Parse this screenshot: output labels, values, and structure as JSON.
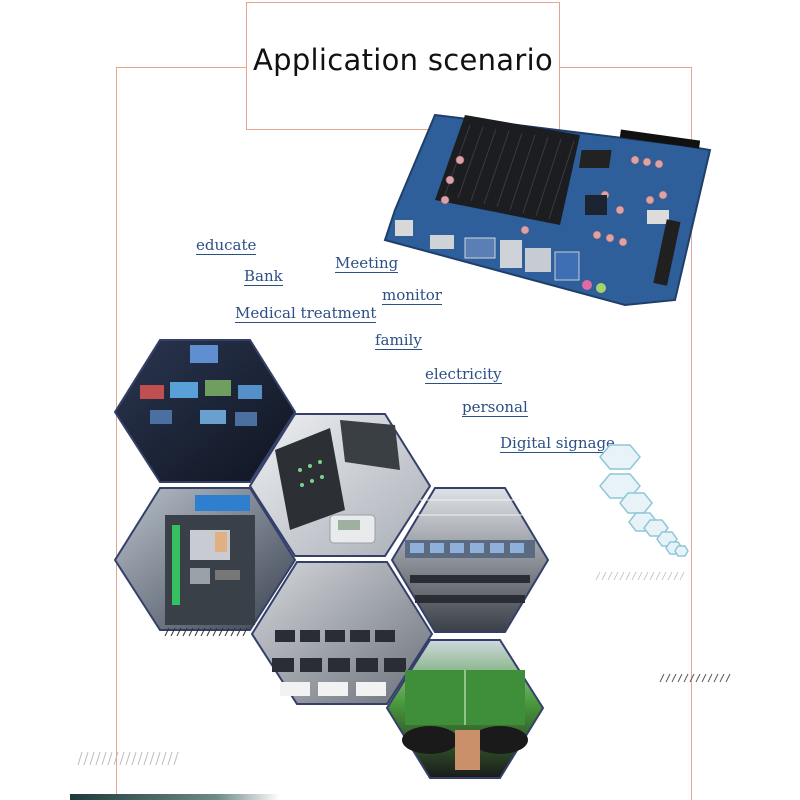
{
  "title": "Application scenario",
  "keywords": {
    "educate": "educate",
    "bank": "Bank",
    "meeting": "Meeting",
    "monitor": "monitor",
    "medical": "Medical treatment",
    "family": "family",
    "electricity": "electricity",
    "personal": "personal",
    "digital_signage": "Digital signage"
  },
  "colors": {
    "frame": "#e8a58e",
    "keyword": "#2c4f86",
    "board": "#2f5f9a",
    "heatsink": "#1c1d20"
  },
  "icons": {
    "board": "motherboard-image",
    "hex_deco": "hexagon-chain"
  }
}
